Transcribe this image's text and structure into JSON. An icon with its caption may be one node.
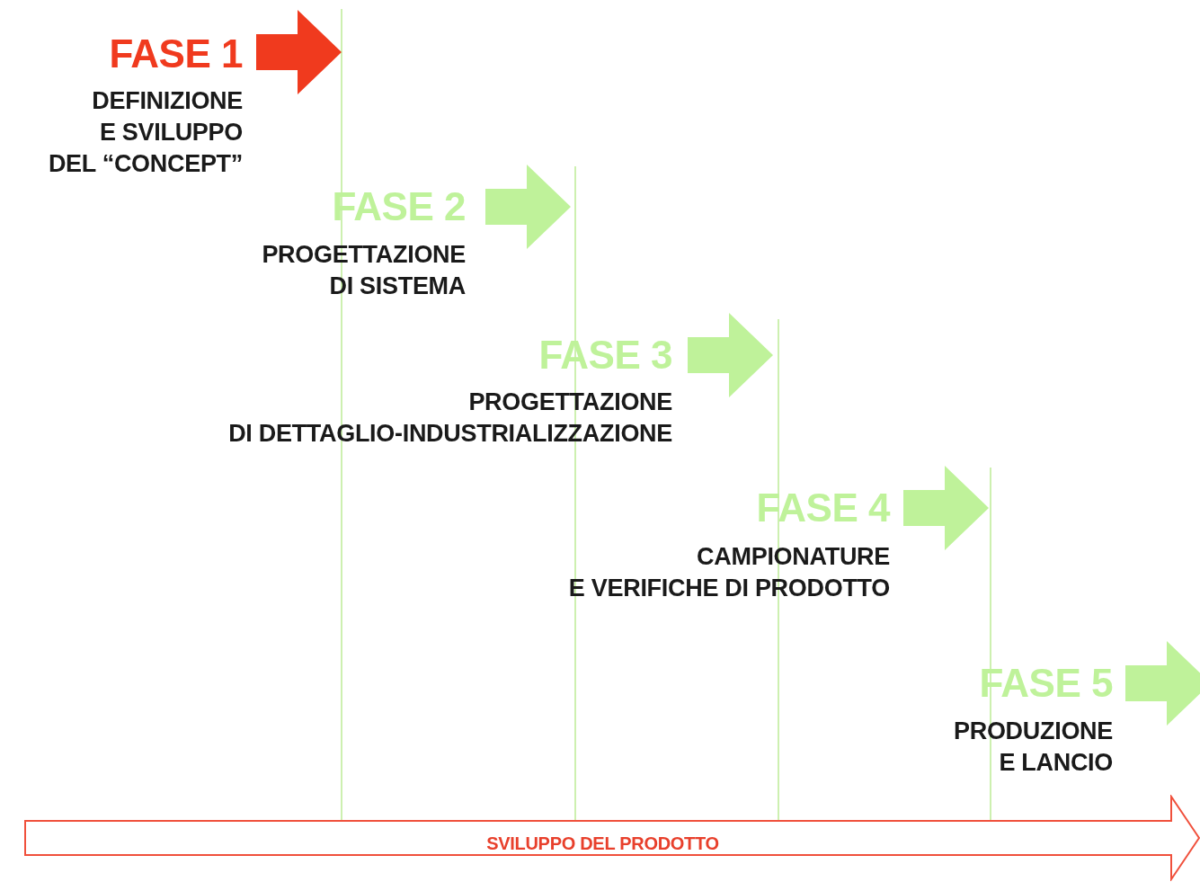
{
  "diagram": {
    "nodes": [
      {
        "text": [
          "SVILUPPO DEL PRODOTTO"
        ]
      }
    ],
    "edges": [],
    "labels": [
      "FASE 1",
      "DEFINIZIONE E SVILUPPO DEL “CONCEPT”",
      "FASE 2",
      "PROGETTAZIONE DI SISTEMA",
      "FASE 3",
      "PROGETTAZIONE DI DETTAGLIO-INDUSTRIALIZZAZIONE",
      "FASE 4",
      "CAMPIONATURE E VERIFICHE DI PRODOTTO",
      "FASE 5",
      "PRODUZIONE E LANCIO"
    ]
  }
}
